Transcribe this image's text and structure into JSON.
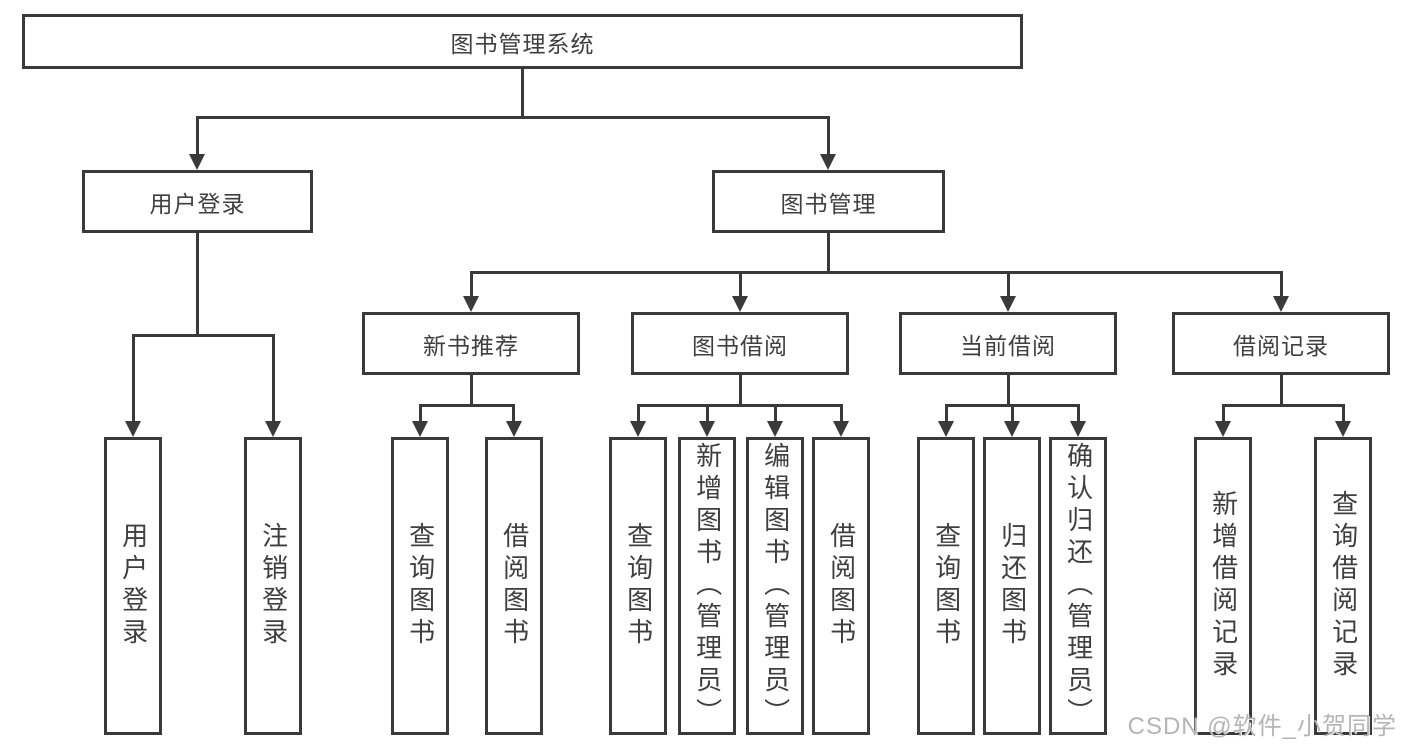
{
  "diagram": {
    "root": {
      "label": "图书管理系统"
    },
    "level2": [
      {
        "label": "用户登录"
      },
      {
        "label": "图书管理"
      }
    ],
    "level3": [
      {
        "label": "新书推荐"
      },
      {
        "label": "图书借阅"
      },
      {
        "label": "当前借阅"
      },
      {
        "label": "借阅记录"
      }
    ],
    "leaves": {
      "user_login": [
        "用户登录",
        "注销登录"
      ],
      "new_book": [
        "查询图书",
        "借阅图书"
      ],
      "book_borrow": [
        "查询图书",
        "新增图书（管理员）",
        "编辑图书（管理员）",
        "借阅图书"
      ],
      "current_borrow": [
        "查询图书",
        "归还图书",
        "确认归还（管理员）"
      ],
      "borrow_records": [
        "新增借阅记录",
        "查询借阅记录"
      ]
    }
  },
  "watermark": {
    "text": "CSDN @软件_小贺同学"
  },
  "colors": {
    "line": "#3a3a3a",
    "text": "#3f3f3f",
    "watermark": "#b5b5b5",
    "background": "#ffffff"
  }
}
